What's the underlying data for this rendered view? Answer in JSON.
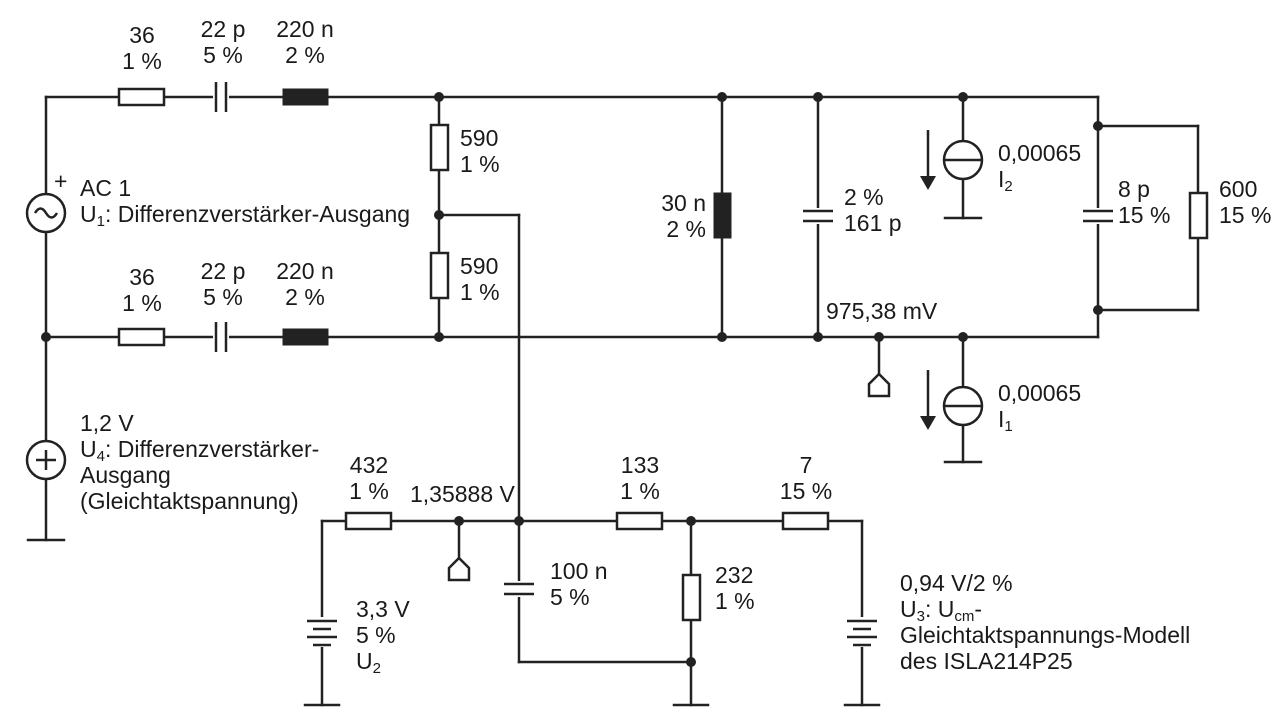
{
  "top_branch": {
    "r_value": "36",
    "r_tol": "1 %",
    "c_value": "22 p",
    "c_tol": "5 %",
    "l_value": "220 n",
    "l_tol": "2 %"
  },
  "bottom_branch": {
    "r_value": "36",
    "r_tol": "1 %",
    "c_value": "22 p",
    "c_tol": "5 %",
    "l_value": "220 n",
    "l_tol": "2 %"
  },
  "divider": {
    "r1_value": "590",
    "r1_tol": "1 %",
    "r2_value": "590",
    "r2_tol": "1 %"
  },
  "source_ac": {
    "plus": "+",
    "name": "AC 1",
    "label_prefix": "U",
    "label_sub": "1",
    "label_rest": ": Differenzverstärker-Ausgang"
  },
  "source_dc": {
    "voltage": "1,2 V",
    "label_prefix": "U",
    "label_sub": "4",
    "label_rest": ": Differenzverstärker-",
    "line2": "Ausgang",
    "line3": "(Gleichtaktspannung)"
  },
  "load": {
    "l_value": "30 n",
    "l_tol": "2 %",
    "c_tol": "2 %",
    "c_value": "161 p",
    "current2": "0,00065",
    "i2_prefix": "I",
    "i2_sub": "2",
    "c2_value": "8 p",
    "c2_tol": "15 %",
    "r_value": "600",
    "r_tol": "15 %",
    "probe_voltage": "975,38 mV",
    "current1": "0,00065",
    "i1_prefix": "I",
    "i1_sub": "1"
  },
  "bias": {
    "r432_value": "432",
    "r432_tol": "1 %",
    "node_voltage": "1,35888 V",
    "r133_value": "133",
    "r133_tol": "1 %",
    "r7_value": "7",
    "r7_tol": "15 %",
    "c100_value": "100 n",
    "c100_tol": "5 %",
    "r232_value": "232",
    "r232_tol": "1 %",
    "u2_voltage": "3,3 V",
    "u2_tol": "5 %",
    "u2_prefix": "U",
    "u2_sub": "2",
    "u3_spec": "0,94 V/2 %",
    "u3_prefix": "U",
    "u3_sub": "3",
    "u3_colon": ": U",
    "u3_cm": "cm",
    "u3_dash": "-",
    "u3_line2": "Gleichtaktspannungs-Modell",
    "u3_line3": "des ISLA214P25"
  }
}
